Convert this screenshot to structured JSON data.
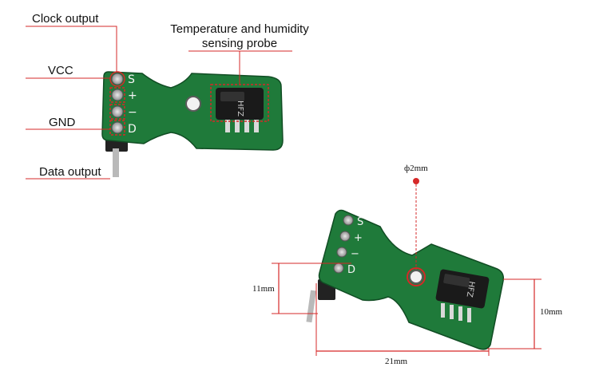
{
  "labels": {
    "clock_output": "Clock output",
    "vcc": "VCC",
    "gnd": "GND",
    "data_output": "Data output",
    "probe_line1": "Temperature and humidity",
    "probe_line2": "sensing probe"
  },
  "pcb_marks": {
    "pin_s": "S",
    "pin_plus": "+",
    "pin_minus": "−",
    "pin_d": "D",
    "chip_text": "HFZ"
  },
  "dimensions": {
    "hole": "ф2mm",
    "height_left": "11mm",
    "height_right": "10mm",
    "width": "21mm"
  },
  "colors": {
    "pcb": "#1f7a3a",
    "callout": "#d62828",
    "chip": "#1a1a1a"
  }
}
